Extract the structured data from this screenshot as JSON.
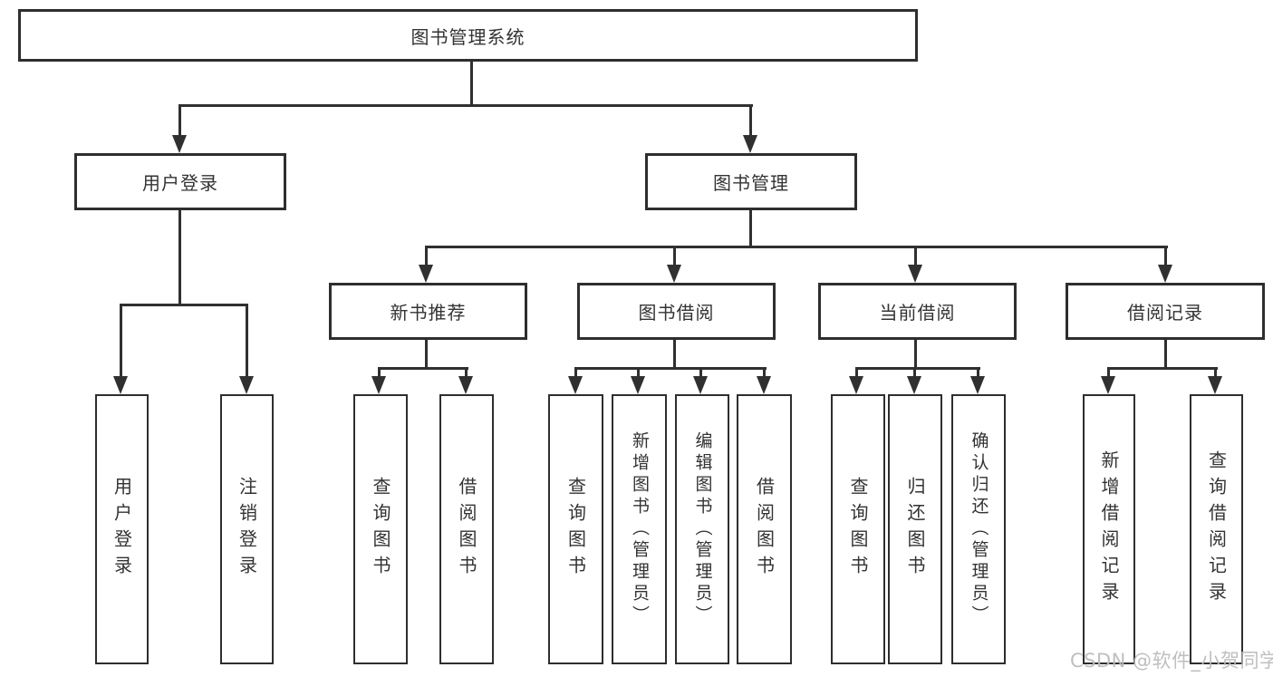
{
  "nodes": {
    "root": {
      "label": "图书管理系统"
    },
    "level2": [
      {
        "label": "用户登录"
      },
      {
        "label": "图书管理"
      }
    ],
    "level3": [
      {
        "label": "新书推荐"
      },
      {
        "label": "图书借阅"
      },
      {
        "label": "当前借阅"
      },
      {
        "label": "借阅记录"
      }
    ],
    "leaves": [
      {
        "label": "用户登录"
      },
      {
        "label": "注销登录"
      },
      {
        "label": "查询图书"
      },
      {
        "label": "借阅图书"
      },
      {
        "label": "查询图书"
      },
      {
        "label": "新增图书（管理员）"
      },
      {
        "label": "编辑图书（管理员）"
      },
      {
        "label": "借阅图书"
      },
      {
        "label": "查询图书"
      },
      {
        "label": "归还图书"
      },
      {
        "label": "确认归还（管理员）"
      },
      {
        "label": "新增借阅记录"
      },
      {
        "label": "查询借阅记录"
      }
    ]
  },
  "watermark": {
    "text": "CSDN @软件_小贺同学"
  },
  "colors": {
    "line": "#303030",
    "box_border": "#2e2e2e",
    "text": "#333333",
    "background": "#ffffff",
    "watermark": "#bcbcbc"
  }
}
